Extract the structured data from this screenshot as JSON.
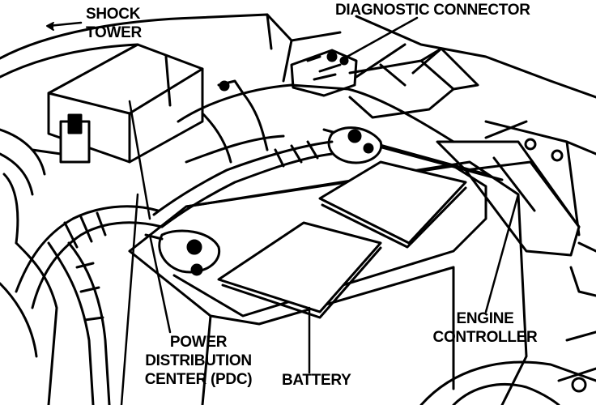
{
  "labels": {
    "shock_tower": [
      "SHOCK",
      "TOWER"
    ],
    "diagnostic_connector": "DIAGNOSTIC CONNECTOR",
    "power_distribution_center": [
      "POWER",
      "DISTRIBUTION",
      "CENTER (PDC)"
    ],
    "battery": "BATTERY",
    "engine_controller": [
      "ENGINE",
      "CONTROLLER"
    ]
  },
  "colors": {
    "ink": "#000000",
    "paper": "#ffffff"
  }
}
